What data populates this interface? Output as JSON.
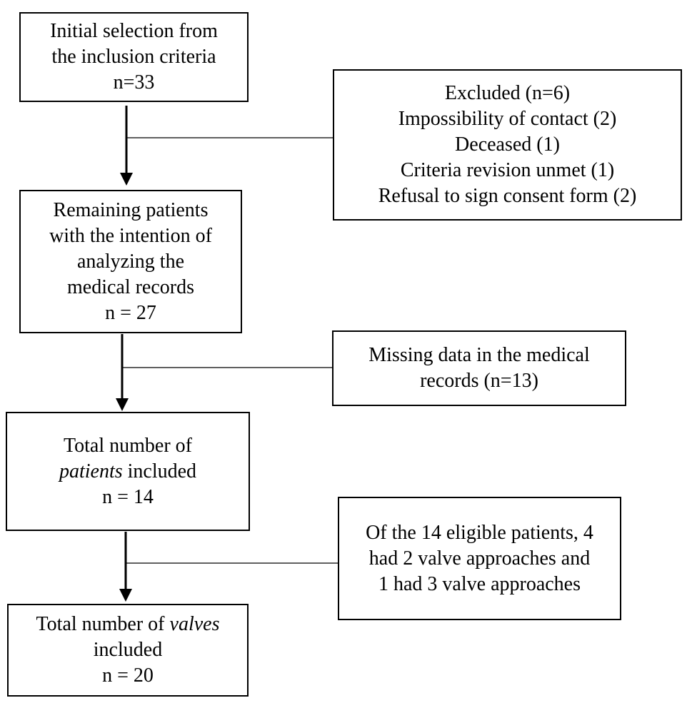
{
  "main_flow": {
    "initial": {
      "lines": [
        "Initial selection from",
        "the inclusion criteria",
        "n=33"
      ]
    },
    "remaining": {
      "lines": [
        "Remaining patients",
        "with the intention of",
        "analyzing the",
        "medical records",
        "n = 27"
      ]
    },
    "total_patients": {
      "line1_prefix": "Total number of",
      "line2_italic": "patients",
      "line2_suffix": " included",
      "line3": "n = 14"
    },
    "total_valves": {
      "line1_prefix": "Total number of ",
      "line1_italic": "valves",
      "line2": "included",
      "line3": "n = 20"
    }
  },
  "side_boxes": {
    "excluded": {
      "lines": [
        "Excluded (n=6)",
        "Impossibility of contact (2)",
        "Deceased (1)",
        "Criteria revision unmet (1)",
        "Refusal to sign consent form (2)"
      ]
    },
    "missing": {
      "lines": [
        "Missing data in the medical",
        "records (n=13)"
      ]
    },
    "eligible": {
      "lines": [
        "Of the 14 eligible patients, 4",
        "had 2 valve approaches and",
        "1 had 3 valve approaches"
      ]
    }
  }
}
